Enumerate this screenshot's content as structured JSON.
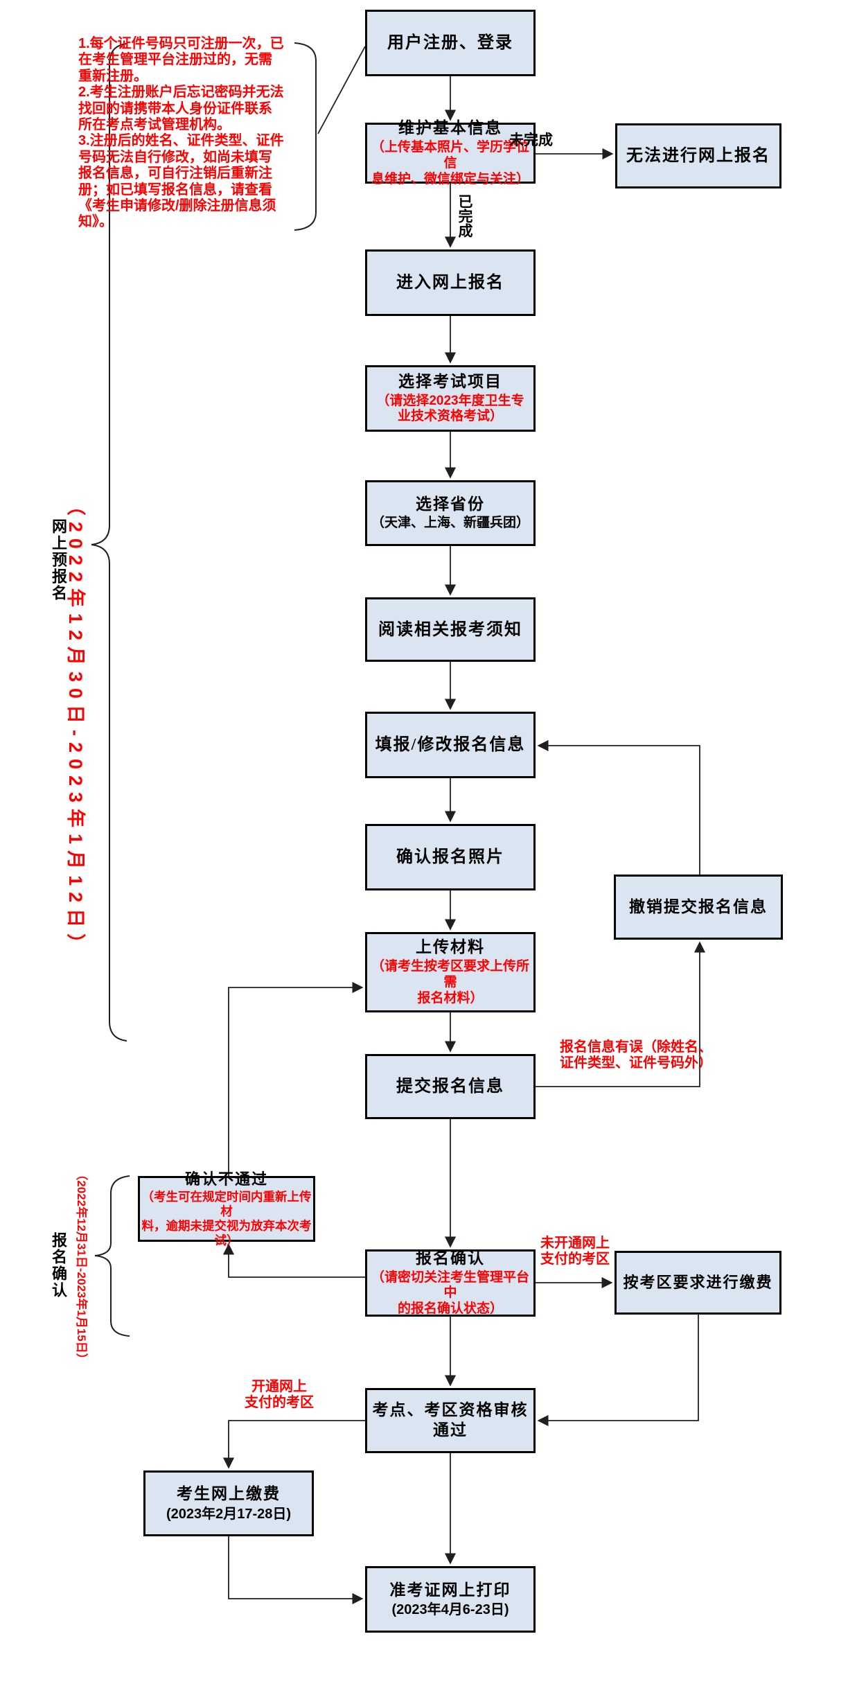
{
  "colors": {
    "box_fill": "#dbe5f1",
    "box_border": "#000000",
    "red_text": "#ff0000",
    "line": "#1f1f1f"
  },
  "annotation": {
    "text": "1.每个证件号码只可注册一次，已\n在考生管理平台注册过的，无需\n重新注册。\n2.考生注册账户后忘记密码并无法\n找回的请携带本人身份证件联系\n所在考点考试管理机构。\n3.注册后的姓名、证件类型、证件\n号码无法自行修改，如尚未填写\n报名信息，可自行注销后重新注\n册；如已填写报名信息，请查看\n《考生申请修改/删除注册信息须\n知》。"
  },
  "phases": {
    "pre": {
      "label": "网上预报名",
      "date": "（2022年12月30日-2023年1月12日）"
    },
    "confirm": {
      "label": "报名确认",
      "date": "（2022年12月31日-2023年1月15日）"
    }
  },
  "nodes": [
    {
      "id": "user-register",
      "label": "用户注册、登录"
    },
    {
      "id": "maintain-info",
      "label": "维护基本信息",
      "sub": "（上传基本照片、学历学位信\n息维护、微信绑定与关注）"
    },
    {
      "id": "cannot-register",
      "label": "无法进行网上报名"
    },
    {
      "id": "enter-registration",
      "label": "进入网上报名"
    },
    {
      "id": "select-exam",
      "label": "选择考试项目",
      "sub": "（请选择2023年度卫生专\n业技术资格考试）"
    },
    {
      "id": "select-province",
      "label": "选择省份",
      "sub": "（天津、上海、新疆兵团）"
    },
    {
      "id": "read-notice",
      "label": "阅读相关报考须知"
    },
    {
      "id": "fill-info",
      "label": "填报/修改报名信息"
    },
    {
      "id": "confirm-photo",
      "label": "确认报名照片"
    },
    {
      "id": "upload-materials",
      "label": "上传材料",
      "sub": "（请考生按考区要求上传所需\n报名材料）"
    },
    {
      "id": "submit-info",
      "label": "提交报名信息"
    },
    {
      "id": "cancel-submission",
      "label": "撤销提交报名信息"
    },
    {
      "id": "registration-confirm",
      "label": "报名确认",
      "sub": "（请密切关注考生管理平台中\n的报名确认状态）"
    },
    {
      "id": "confirm-fail",
      "label": "确认不通过",
      "sub": "（考生可在规定时间内重新上传材\n料，逾期未提交视为放弃本次考试）"
    },
    {
      "id": "pay-by-area",
      "label": "按考区要求进行缴费"
    },
    {
      "id": "qualification-review",
      "label": "考点、考区资格审核\n通过"
    },
    {
      "id": "online-payment",
      "label": "考生网上缴费",
      "sub": "(2023年2月17-28日)"
    },
    {
      "id": "print-ticket",
      "label": "准考证网上打印",
      "sub": "(2023年4月6-23日)"
    }
  ],
  "edge_labels": {
    "not_done": "未完成",
    "done": "已完成",
    "info_error": "报名信息有误（除姓名、\n证件类型、证件号码外）",
    "not_open_pay": "未开通网上\n支付的考区",
    "open_pay": "开通网上\n支付的考区"
  }
}
